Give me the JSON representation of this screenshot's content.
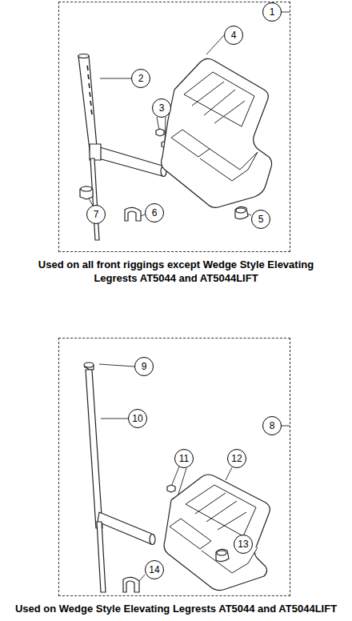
{
  "diagram": {
    "nodes": [
      {
        "text": [
          "Used on all front riggings except Wedge Style Elevating Legrests AT5044 and AT5044LIFT"
        ]
      },
      {
        "text": [
          "1"
        ],
        "in": 0
      },
      {
        "text": [
          "2"
        ],
        "in": 0
      },
      {
        "text": [
          "3"
        ],
        "in": 0
      },
      {
        "text": [
          "4"
        ],
        "in": 0
      },
      {
        "text": [
          "5"
        ],
        "in": 0
      },
      {
        "text": [
          "6"
        ],
        "in": 0
      },
      {
        "text": [
          "7"
        ],
        "in": 0
      },
      {
        "text": [
          "Used on Wedge Style Elevating Legrests AT5044 and AT5044LIFT"
        ]
      },
      {
        "text": [
          "8"
        ],
        "in": 8
      },
      {
        "text": [
          "9"
        ],
        "in": 8
      },
      {
        "text": [
          "10"
        ],
        "in": 8
      },
      {
        "text": [
          "11"
        ],
        "in": 8
      },
      {
        "text": [
          "12"
        ],
        "in": 8
      },
      {
        "text": [
          "13"
        ],
        "in": 8
      },
      {
        "text": [
          "14"
        ],
        "in": 8
      }
    ],
    "edges": []
  }
}
